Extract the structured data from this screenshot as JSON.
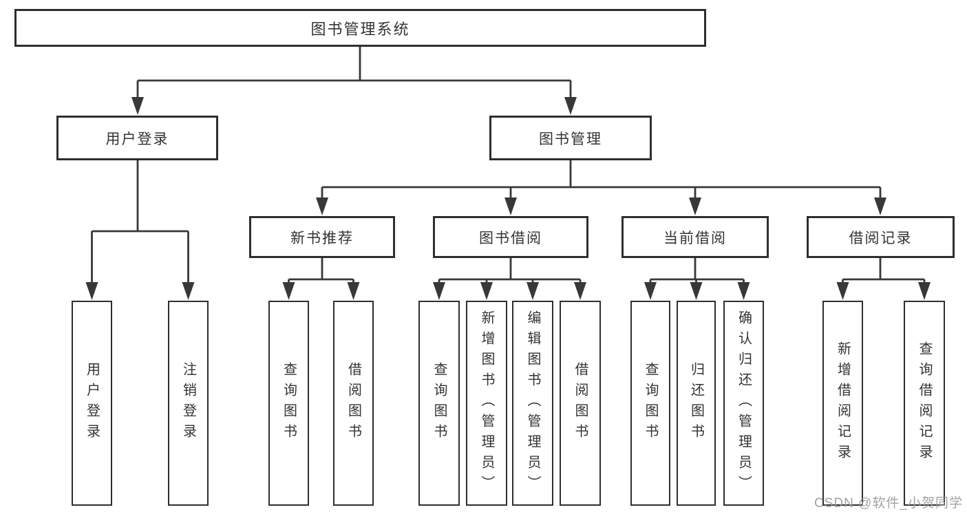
{
  "diagram": {
    "root": {
      "label": "图书管理系统"
    },
    "level2": [
      {
        "id": "user-login",
        "label": "用户登录"
      },
      {
        "id": "book-management",
        "label": "图书管理"
      }
    ],
    "level3": [
      {
        "id": "new-book-recommend",
        "parent": "图书管理",
        "label": "新书推荐"
      },
      {
        "id": "book-borrowing",
        "parent": "图书管理",
        "label": "图书借阅"
      },
      {
        "id": "current-borrowing",
        "parent": "图书管理",
        "label": "当前借阅"
      },
      {
        "id": "borrowing-records",
        "parent": "图书管理",
        "label": "借阅记录"
      }
    ],
    "leaves": [
      {
        "parent": "用户登录",
        "label": "用户登录"
      },
      {
        "parent": "用户登录",
        "label": "注销登录"
      },
      {
        "parent": "新书推荐",
        "label": "查询图书"
      },
      {
        "parent": "新书推荐",
        "label": "借阅图书"
      },
      {
        "parent": "图书借阅",
        "label": "查询图书"
      },
      {
        "parent": "图书借阅",
        "label": "新增图书（管理员）"
      },
      {
        "parent": "图书借阅",
        "label": "编辑图书（管理员）"
      },
      {
        "parent": "图书借阅",
        "label": "借阅图书"
      },
      {
        "parent": "当前借阅",
        "label": "查询图书"
      },
      {
        "parent": "当前借阅",
        "label": "归还图书"
      },
      {
        "parent": "当前借阅",
        "label": "确认归还（管理员）"
      },
      {
        "parent": "借阅记录",
        "label": "新增借阅记录"
      },
      {
        "parent": "借阅记录",
        "label": "查询借阅记录"
      }
    ],
    "colors": {
      "line": "#383838",
      "box_border": "#2e2e2e",
      "text": "#333333",
      "background": "#ffffff",
      "watermark_text": "#9c9c9c"
    }
  },
  "watermark": {
    "text": "CSDN @软件_小贺同学"
  }
}
